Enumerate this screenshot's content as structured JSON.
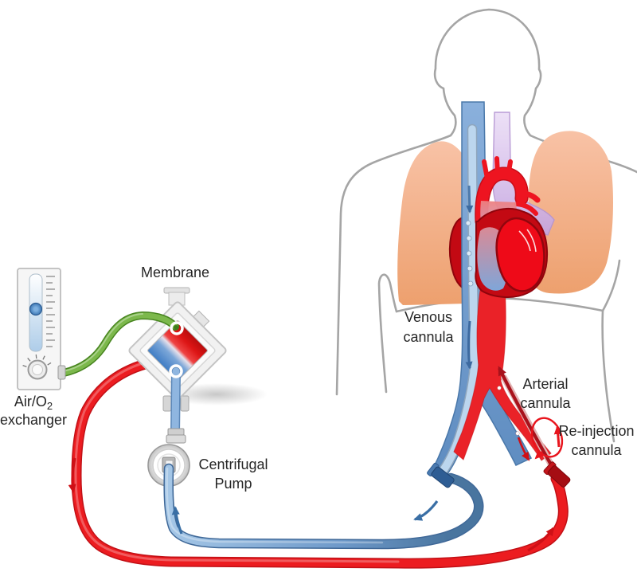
{
  "diagram": {
    "labels": {
      "membrane": "Membrane",
      "air_exchanger_1": "Air/O",
      "air_exchanger_sub": "2",
      "air_exchanger_2": "exchanger",
      "pump_1": "Centrifugal",
      "pump_2": "Pump",
      "venous_1": "Venous",
      "venous_2": "cannula",
      "arterial_1": "Arterial",
      "arterial_2": "cannula",
      "reinjection_1": "Re-injection",
      "reinjection_2": "cannula"
    },
    "colors": {
      "body_outline": "#a5a5a5",
      "lung_top": "#f8c2a6",
      "lung_bottom": "#eda06e",
      "vein_blue": "#6f9cce",
      "cannula_light_blue": "#bcd6ee",
      "lavender_vessel": "#cfb2e8",
      "artery_red": "#ea2228",
      "heart_dark_red": "#c30913",
      "ventricle_red": "#ee0a18",
      "oxygenated_tube_red": "#ec1c20",
      "deoxygenated_tube_blue": "#6f9aca",
      "gas_tube_green": "#7cb84c",
      "device_gray": "#d9d9d9",
      "label_text": "#262626"
    }
  }
}
